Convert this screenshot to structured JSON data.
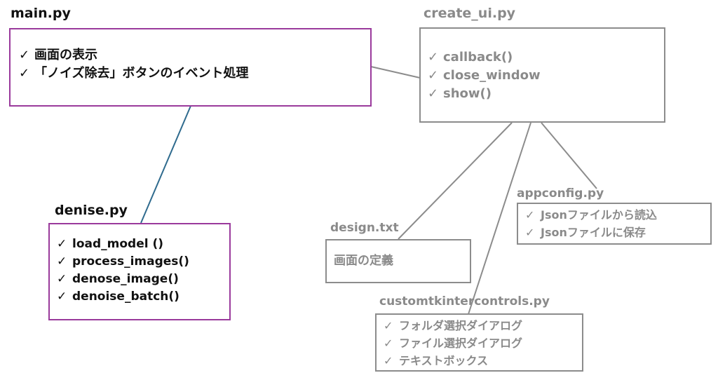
{
  "main": {
    "title": "main.py",
    "items": [
      "画面の表示",
      "「ノイズ除去」ボタンのイベント処理"
    ]
  },
  "create_ui": {
    "title": "create_ui.py",
    "items": [
      "callback()",
      "close_window",
      "show()"
    ]
  },
  "denise": {
    "title": "denise.py",
    "items": [
      "load_model ()",
      "process_images()",
      "denose_image()",
      "denoise_batch()"
    ]
  },
  "design": {
    "title": "design.txt",
    "body": "画面の定義"
  },
  "appconfig": {
    "title": "appconfig.py",
    "items": [
      "Jsonファイルから読込",
      "Jsonファイルに保存"
    ]
  },
  "customtk": {
    "title": "customtkintercontrols.py",
    "items": [
      "フォルダ選択ダイアログ",
      "ファイル選択ダイアログ",
      "テキストボックス"
    ]
  },
  "check_mark": "✓",
  "colors": {
    "purple": "#9a3a9c",
    "gray": "#8c8c8c",
    "teal": "#2f6b8e",
    "dark": "#111111",
    "light": "#8a8a8a"
  }
}
